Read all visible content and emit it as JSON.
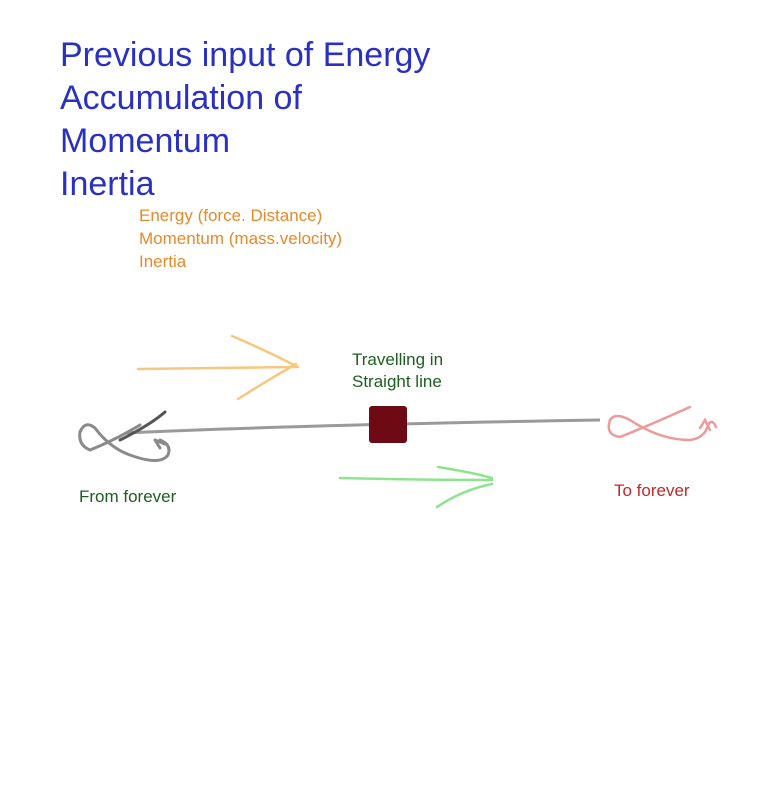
{
  "title_lines": [
    "Previous input of Energy",
    "Accumulation of",
    "Momentum",
    "Inertia"
  ],
  "sub_lines": [
    "Energy (force. Distance)",
    "Momentum (mass.velocity)",
    "Inertia"
  ],
  "labels": {
    "travelling": [
      "Travelling in",
      "Straight line"
    ],
    "from": "From forever",
    "to": "To forever"
  },
  "colors": {
    "title": "#2a30c0",
    "sub": "#e8892a",
    "green_text": "#1d5e20",
    "red_text": "#c0282a",
    "object": "#6e0a14"
  }
}
